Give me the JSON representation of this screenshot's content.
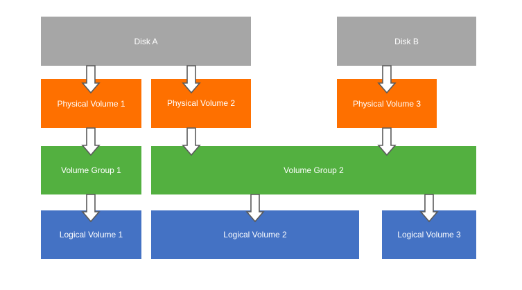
{
  "colors": {
    "disk": "#a6a6a6",
    "physical_volume": "#fe7000",
    "volume_group": "#53b040",
    "logical_volume": "#4472c4",
    "arrow_fill": "#ffffff",
    "arrow_stroke": "#5a5a5a"
  },
  "disks": {
    "disk_a": "Disk A",
    "disk_b": "Disk B"
  },
  "physical_volumes": {
    "pv1": "Physical Volume 1",
    "pv2": "Physical Volume 2",
    "pv3": "Physical Volume 3"
  },
  "volume_groups": {
    "vg1": "Volume Group 1",
    "vg2": "Volume Group 2"
  },
  "logical_volumes": {
    "lv1": "Logical Volume 1",
    "lv2": "Logical Volume 2",
    "lv3": "Logical Volume 3"
  },
  "relations": [
    {
      "from": "Disk A",
      "to": "Physical Volume 1"
    },
    {
      "from": "Disk A",
      "to": "Physical Volume 2"
    },
    {
      "from": "Disk B",
      "to": "Physical Volume 3"
    },
    {
      "from": "Physical Volume 1",
      "to": "Volume Group 1"
    },
    {
      "from": "Physical Volume 2",
      "to": "Volume Group 2"
    },
    {
      "from": "Physical Volume 3",
      "to": "Volume Group 2"
    },
    {
      "from": "Volume Group 1",
      "to": "Logical Volume 1"
    },
    {
      "from": "Volume Group 2",
      "to": "Logical Volume 2"
    },
    {
      "from": "Volume Group 2",
      "to": "Logical Volume 3"
    }
  ]
}
